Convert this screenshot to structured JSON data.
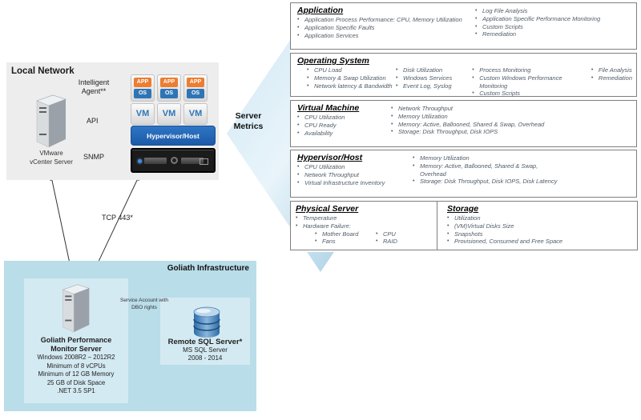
{
  "local_network": {
    "title": "Local Network",
    "intelligent_agent_label": "Intelligent Agent**",
    "api_label": "API",
    "snmp_label": "SNMP",
    "vcenter_line1": "VMware",
    "vcenter_line2": "vCenter Server",
    "app_label": "APP",
    "os_label": "OS",
    "vm_label": "VM",
    "hypervisor_label": "Hypervisor/Host"
  },
  "server_metrics_label": "Server Metrics",
  "connections": {
    "tcp_label": "TCP 443*",
    "service_account_label": "Service Account with DBO rights"
  },
  "metrics": {
    "application": {
      "title": "Application",
      "col1": [
        "Application Process Performance: CPU, Memory Utilization",
        "Application Specific Faults",
        "Application Services"
      ],
      "col2": [
        "Log File Analysis",
        "Application Specific Performance Monitoring",
        "Custom Scripts",
        "Remediation"
      ]
    },
    "operating_system": {
      "title": "Operating System",
      "col1": [
        "CPU Load",
        "Memory & Swap Utilization",
        "Network latency & Bandwidth"
      ],
      "col2": [
        "Disk Utilization",
        "Windows Services",
        "Event Log, Syslog"
      ],
      "col3": [
        "Process Monitoring",
        "Custom Windows Performance\nMonitoring",
        "Custom Scripts"
      ],
      "col4": [
        "File Analysis",
        "Remediation"
      ]
    },
    "virtual_machine": {
      "title": "Virtual Machine",
      "col1": [
        "CPU Utilization",
        "CPU Ready",
        "Availability"
      ],
      "col2": [
        "Network Throughput",
        "Memory Utilization",
        "Memory: Active, Ballooned, Shared & Swap, Overhead",
        "Storage: Disk Throughput, Disk IOPS"
      ]
    },
    "hypervisor_host": {
      "title": "Hypervisor/Host",
      "col1": [
        "CPU Utilization",
        "Network Throughput",
        "Virtual Infrastructure Inventory"
      ],
      "col2": [
        "Memory Utilization",
        "Memory: Active, Ballooned, Shared & Swap,\nOverhead",
        "Storage: Disk Throughput, Disk IOPS, Disk Latency"
      ]
    },
    "physical_server": {
      "title": "Physical Server",
      "items": [
        "Temperature",
        "Hardware Failure:"
      ],
      "sub_col1": [
        "Mother Board",
        "Fans"
      ],
      "sub_col2": [
        "CPU",
        "RAID"
      ]
    },
    "storage": {
      "title": "Storage",
      "items": [
        "Utilization",
        "(VM)Virtual Disks Size",
        "Snapshots",
        "Provisioned, Consumed and Free Space"
      ]
    }
  },
  "goliath": {
    "title": "Goliath Infrastructure",
    "server_name_line1": "Goliath Performance",
    "server_name_line2": "Monitor Server",
    "spec1": "Windows 2008R2 – 2012R2",
    "spec2": "Minimum of 8 vCPUs",
    "spec3": "Minimum of 12 GB Memory",
    "spec4": "25 GB of Disk Space",
    "spec5": ".NET 3.5 SP1",
    "sql_name": "Remote SQL Server*",
    "sql_sub1": "MS SQL Server",
    "sql_sub2": "2008 - 2014"
  },
  "colors": {
    "app_orange": "#ed7d31",
    "os_blue": "#2e75b6",
    "hypervisor_blue": "#1f5fad",
    "diamond_blue": "#9dcbe1",
    "goliath_bg": "#b9dde9",
    "goliath_inner_bg": "#d4eaf2",
    "local_network_bg": "#ededee",
    "metric_item_text": "#4f5c68"
  }
}
